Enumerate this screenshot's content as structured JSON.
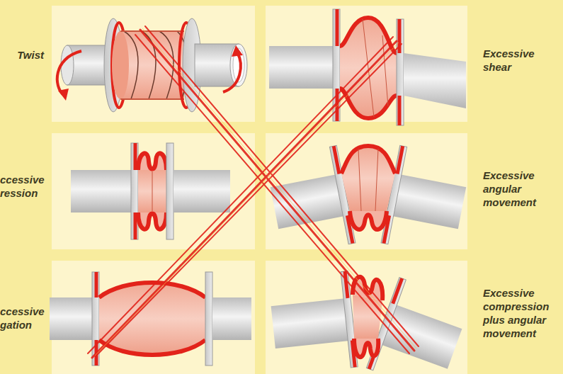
{
  "diagram": {
    "labels": [
      "Twist",
      "Excessive shear",
      "ccessive ression",
      "Excessive angular movement",
      "ccessive gation",
      "Excessive compression plus angular movement"
    ]
  }
}
